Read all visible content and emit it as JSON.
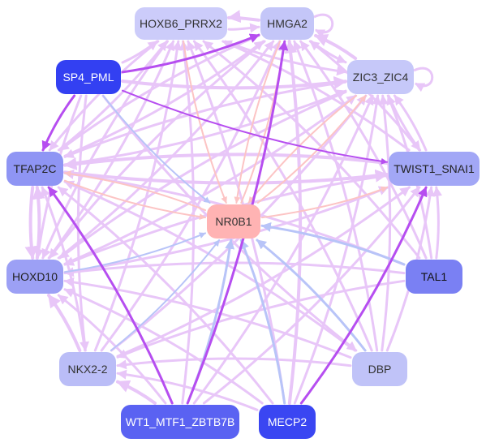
{
  "diagram": {
    "nodes": [
      {
        "id": "NR0B1",
        "label": "NR0B1",
        "fill": "#ffb3b3",
        "text_color": "#333333"
      },
      {
        "id": "HOXB6_PRRX2",
        "label": "HOXB6_PRRX2",
        "fill": "#ccccfa",
        "text_color": "#333333"
      },
      {
        "id": "HMGA2",
        "label": "HMGA2",
        "fill": "#c4c6f8",
        "text_color": "#333333"
      },
      {
        "id": "SP4_PML",
        "label": "SP4_PML",
        "fill": "#3340f2",
        "text_color": "#ffffff"
      },
      {
        "id": "ZIC3_ZIC4",
        "label": "ZIC3_ZIC4",
        "fill": "#c6c8f9",
        "text_color": "#333333"
      },
      {
        "id": "TFAP2C",
        "label": "TFAP2C",
        "fill": "#8f95f4",
        "text_color": "#222222"
      },
      {
        "id": "TWIST1_SNAI1",
        "label": "TWIST1_SNAI1",
        "fill": "#a2a7f6",
        "text_color": "#222222"
      },
      {
        "id": "HOXD10",
        "label": "HOXD10",
        "fill": "#9ca0f5",
        "text_color": "#222222"
      },
      {
        "id": "TAL1",
        "label": "TAL1",
        "fill": "#7a80f3",
        "text_color": "#111111"
      },
      {
        "id": "NKX2-2",
        "label": "NKX2-2",
        "fill": "#babdf7",
        "text_color": "#333333"
      },
      {
        "id": "DBP",
        "label": "DBP",
        "fill": "#c0c3f8",
        "text_color": "#333333"
      },
      {
        "id": "WT1_MTF1_ZBTB7B",
        "label": "WT1_MTF1_ZBTB7B",
        "fill": "#5a62f2",
        "text_color": "#ffffff"
      },
      {
        "id": "MECP2",
        "label": "MECP2",
        "fill": "#3a46f2",
        "text_color": "#ffffff"
      }
    ],
    "edge_colors": {
      "lavender": "#e8c6f8",
      "purple": "#b64ef0",
      "blue": "#b8c4f8",
      "salmon": "#fcc4c4"
    },
    "edges": [
      {
        "from": "SP4_PML",
        "to": "HMGA2",
        "color": "purple",
        "weight": 3
      },
      {
        "from": "SP4_PML",
        "to": "TFAP2C",
        "color": "purple",
        "weight": 3
      },
      {
        "from": "SP4_PML",
        "to": "TWIST1_SNAI1",
        "color": "purple",
        "weight": 2
      },
      {
        "from": "SP4_PML",
        "to": "ZIC3_ZIC4",
        "color": "lavender",
        "weight": 4
      },
      {
        "from": "SP4_PML",
        "to": "HOXB6_PRRX2",
        "color": "lavender",
        "weight": 3
      },
      {
        "from": "SP4_PML",
        "to": "NR0B1",
        "color": "blue",
        "weight": 2
      },
      {
        "from": "SP4_PML",
        "to": "HOXD10",
        "color": "lavender",
        "weight": 3
      },
      {
        "from": "SP4_PML",
        "to": "NKX2-2",
        "color": "lavender",
        "weight": 3
      },
      {
        "from": "SP4_PML",
        "to": "DBP",
        "color": "lavender",
        "weight": 3
      },
      {
        "from": "WT1_MTF1_ZBTB7B",
        "to": "HMGA2",
        "color": "purple",
        "weight": 3
      },
      {
        "from": "WT1_MTF1_ZBTB7B",
        "to": "TFAP2C",
        "color": "purple",
        "weight": 3
      },
      {
        "from": "WT1_MTF1_ZBTB7B",
        "to": "NR0B1",
        "color": "blue",
        "weight": 3
      },
      {
        "from": "WT1_MTF1_ZBTB7B",
        "to": "HOXB6_PRRX2",
        "color": "lavender",
        "weight": 3
      },
      {
        "from": "WT1_MTF1_ZBTB7B",
        "to": "ZIC3_ZIC4",
        "color": "lavender",
        "weight": 3
      },
      {
        "from": "WT1_MTF1_ZBTB7B",
        "to": "TWIST1_SNAI1",
        "color": "lavender",
        "weight": 3
      },
      {
        "from": "WT1_MTF1_ZBTB7B",
        "to": "HOXD10",
        "color": "lavender",
        "weight": 3
      },
      {
        "from": "WT1_MTF1_ZBTB7B",
        "to": "NKX2-2",
        "color": "lavender",
        "weight": 4
      },
      {
        "from": "MECP2",
        "to": "TWIST1_SNAI1",
        "color": "purple",
        "weight": 3
      },
      {
        "from": "MECP2",
        "to": "NR0B1",
        "color": "blue",
        "weight": 3
      },
      {
        "from": "MECP2",
        "to": "HMGA2",
        "color": "lavender",
        "weight": 4
      },
      {
        "from": "MECP2",
        "to": "HOXB6_PRRX2",
        "color": "lavender",
        "weight": 3
      },
      {
        "from": "MECP2",
        "to": "ZIC3_ZIC4",
        "color": "lavender",
        "weight": 3
      },
      {
        "from": "MECP2",
        "to": "TFAP2C",
        "color": "lavender",
        "weight": 3
      },
      {
        "from": "MECP2",
        "to": "HOXD10",
        "color": "lavender",
        "weight": 3
      },
      {
        "from": "MECP2",
        "to": "NKX2-2",
        "color": "lavender",
        "weight": 3
      },
      {
        "from": "TAL1",
        "to": "NR0B1",
        "color": "blue",
        "weight": 3
      },
      {
        "from": "TAL1",
        "to": "TWIST1_SNAI1",
        "color": "lavender",
        "weight": 3
      },
      {
        "from": "TAL1",
        "to": "ZIC3_ZIC4",
        "color": "lavender",
        "weight": 3
      },
      {
        "from": "TAL1",
        "to": "HMGA2",
        "color": "lavender",
        "weight": 3
      },
      {
        "from": "TAL1",
        "to": "HOXB6_PRRX2",
        "color": "lavender",
        "weight": 3
      },
      {
        "from": "TAL1",
        "to": "TFAP2C",
        "color": "lavender",
        "weight": 3
      },
      {
        "from": "TAL1",
        "to": "HOXD10",
        "color": "lavender",
        "weight": 3
      },
      {
        "from": "TAL1",
        "to": "NKX2-2",
        "color": "lavender",
        "weight": 3
      },
      {
        "from": "DBP",
        "to": "NR0B1",
        "color": "blue",
        "weight": 3
      },
      {
        "from": "DBP",
        "to": "HMGA2",
        "color": "lavender",
        "weight": 3
      },
      {
        "from": "DBP",
        "to": "ZIC3_ZIC4",
        "color": "lavender",
        "weight": 3
      },
      {
        "from": "DBP",
        "to": "HOXB6_PRRX2",
        "color": "lavender",
        "weight": 3
      },
      {
        "from": "DBP",
        "to": "TFAP2C",
        "color": "lavender",
        "weight": 3
      },
      {
        "from": "DBP",
        "to": "TWIST1_SNAI1",
        "color": "lavender",
        "weight": 3
      },
      {
        "from": "DBP",
        "to": "HOXD10",
        "color": "lavender",
        "weight": 3
      },
      {
        "from": "DBP",
        "to": "NKX2-2",
        "color": "lavender",
        "weight": 3
      },
      {
        "from": "NKX2-2",
        "to": "NR0B1",
        "color": "blue",
        "weight": 2
      },
      {
        "from": "NKX2-2",
        "to": "HMGA2",
        "color": "lavender",
        "weight": 3
      },
      {
        "from": "NKX2-2",
        "to": "ZIC3_ZIC4",
        "color": "lavender",
        "weight": 3
      },
      {
        "from": "NKX2-2",
        "to": "TFAP2C",
        "color": "lavender",
        "weight": 3
      },
      {
        "from": "NKX2-2",
        "to": "HOXD10",
        "color": "lavender",
        "weight": 4
      },
      {
        "from": "NKX2-2",
        "to": "TWIST1_SNAI1",
        "color": "lavender",
        "weight": 3
      },
      {
        "from": "NKX2-2",
        "to": "HOXB6_PRRX2",
        "color": "lavender",
        "weight": 3
      },
      {
        "from": "HOXD10",
        "to": "NR0B1",
        "color": "blue",
        "weight": 2
      },
      {
        "from": "HOXD10",
        "to": "TFAP2C",
        "color": "lavender",
        "weight": 4
      },
      {
        "from": "HOXD10",
        "to": "HMGA2",
        "color": "lavender",
        "weight": 3
      },
      {
        "from": "HOXD10",
        "to": "ZIC3_ZIC4",
        "color": "lavender",
        "weight": 3
      },
      {
        "from": "HOXD10",
        "to": "TWIST1_SNAI1",
        "color": "lavender",
        "weight": 3
      },
      {
        "from": "HOXD10",
        "to": "HOXB6_PRRX2",
        "color": "lavender",
        "weight": 3
      },
      {
        "from": "TFAP2C",
        "to": "NR0B1",
        "color": "salmon",
        "weight": 2
      },
      {
        "from": "TFAP2C",
        "to": "HOXB6_PRRX2",
        "color": "lavender",
        "weight": 3
      },
      {
        "from": "TFAP2C",
        "to": "HMGA2",
        "color": "lavender",
        "weight": 3
      },
      {
        "from": "TFAP2C",
        "to": "ZIC3_ZIC4",
        "color": "lavender",
        "weight": 3
      },
      {
        "from": "TFAP2C",
        "to": "TWIST1_SNAI1",
        "color": "lavender",
        "weight": 4
      },
      {
        "from": "TFAP2C",
        "to": "HOXD10",
        "color": "lavender",
        "weight": 4
      },
      {
        "from": "TWIST1_SNAI1",
        "to": "TFAP2C",
        "color": "lavender",
        "weight": 4
      },
      {
        "from": "TWIST1_SNAI1",
        "to": "HMGA2",
        "color": "lavender",
        "weight": 3
      },
      {
        "from": "TWIST1_SNAI1",
        "to": "ZIC3_ZIC4",
        "color": "lavender",
        "weight": 3
      },
      {
        "from": "TWIST1_SNAI1",
        "to": "HOXB6_PRRX2",
        "color": "lavender",
        "weight": 3
      },
      {
        "from": "TWIST1_SNAI1",
        "to": "HOXD10",
        "color": "lavender",
        "weight": 3
      },
      {
        "from": "ZIC3_ZIC4",
        "to": "HMGA2",
        "color": "lavender",
        "weight": 4
      },
      {
        "from": "ZIC3_ZIC4",
        "to": "TFAP2C",
        "color": "lavender",
        "weight": 3
      },
      {
        "from": "ZIC3_ZIC4",
        "to": "TWIST1_SNAI1",
        "color": "lavender",
        "weight": 3
      },
      {
        "from": "ZIC3_ZIC4",
        "to": "HOXD10",
        "color": "lavender",
        "weight": 3
      },
      {
        "from": "ZIC3_ZIC4",
        "to": "NR0B1",
        "color": "salmon",
        "weight": 2
      },
      {
        "from": "HMGA2",
        "to": "HOXB6_PRRX2",
        "color": "lavender",
        "weight": 4
      },
      {
        "from": "HMGA2",
        "to": "ZIC3_ZIC4",
        "color": "lavender",
        "weight": 3
      },
      {
        "from": "HMGA2",
        "to": "TFAP2C",
        "color": "lavender",
        "weight": 3
      },
      {
        "from": "HMGA2",
        "to": "HOXD10",
        "color": "lavender",
        "weight": 3
      },
      {
        "from": "HMGA2",
        "to": "NR0B1",
        "color": "salmon",
        "weight": 2
      },
      {
        "from": "HOXB6_PRRX2",
        "to": "HMGA2",
        "color": "lavender",
        "weight": 3
      },
      {
        "from": "HOXB6_PRRX2",
        "to": "TFAP2C",
        "color": "lavender",
        "weight": 3
      },
      {
        "from": "HOXB6_PRRX2",
        "to": "HOXD10",
        "color": "lavender",
        "weight": 3
      },
      {
        "from": "HOXB6_PRRX2",
        "to": "ZIC3_ZIC4",
        "color": "lavender",
        "weight": 3
      },
      {
        "from": "HOXB6_PRRX2",
        "to": "NR0B1",
        "color": "salmon",
        "weight": 2
      },
      {
        "from": "NR0B1",
        "to": "HMGA2",
        "color": "salmon",
        "weight": 2
      },
      {
        "from": "NR0B1",
        "to": "TWIST1_SNAI1",
        "color": "salmon",
        "weight": 2
      },
      {
        "from": "NR0B1",
        "to": "ZIC3_ZIC4",
        "color": "salmon",
        "weight": 2
      },
      {
        "from": "NR0B1",
        "to": "TFAP2C",
        "color": "salmon",
        "weight": 2
      }
    ],
    "self_loops": [
      {
        "node": "HMGA2",
        "color": "lavender",
        "weight": 3
      },
      {
        "node": "ZIC3_ZIC4",
        "color": "lavender",
        "weight": 3
      }
    ]
  }
}
